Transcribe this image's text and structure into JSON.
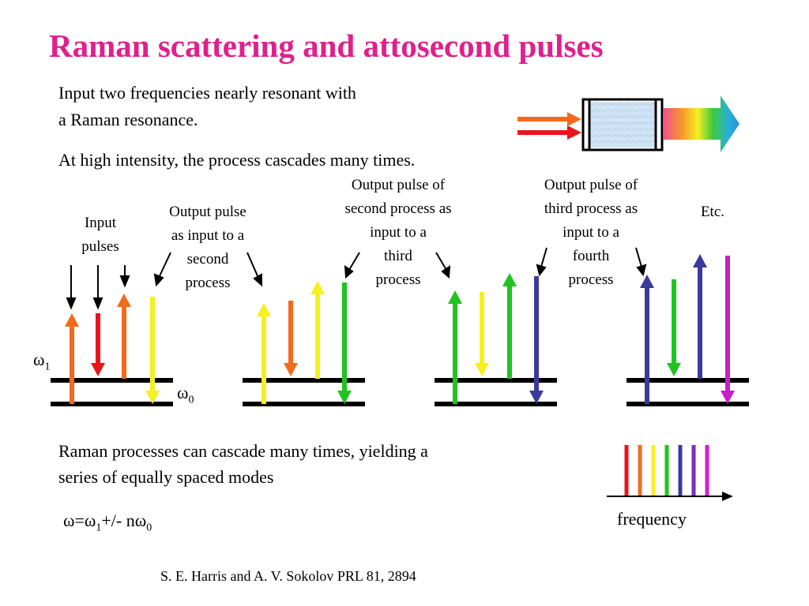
{
  "title": "Raman scattering and attosecond pulses",
  "intro": {
    "line1": "Input two frequencies nearly resonant with",
    "line2": "a Raman resonance.",
    "cascade": "At high intensity, the process cascades many times."
  },
  "labels": {
    "input_pulses": [
      "Input",
      "pulses"
    ],
    "output_1": [
      "Output pulse",
      "as input to a",
      "second",
      "process"
    ],
    "output_2": [
      "Output pulse of",
      "second process as",
      "input to a",
      "third",
      "process"
    ],
    "output_3": [
      "Output pulse of",
      "third process as",
      "input to a",
      "fourth",
      "process"
    ],
    "etc": "Etc."
  },
  "levels": {
    "omega1": "ω",
    "omega1_sub": "1",
    "omega0": "ω",
    "omega0_sub": "0"
  },
  "summary": {
    "line1": "Raman processes can cascade many times, yielding a",
    "line2": "series of equally spaced modes"
  },
  "formula": {
    "w": "ω",
    "eq": "=ω",
    "sub1": "1",
    "mid": "+/- nω",
    "sub0": "0"
  },
  "spectrum": {
    "axis_label": "frequency",
    "mode_colors": [
      "#e8161a",
      "#f26b1d",
      "#f5f020",
      "#1fc41f",
      "#3a3a9c",
      "#7a2fb0",
      "#d020d0"
    ]
  },
  "colors": {
    "red": "#e8161a",
    "orange": "#f26b1d",
    "yellow": "#f5f020",
    "green": "#1fc41f",
    "blue": "#3a3a9c",
    "magenta": "#c81ec8",
    "title": "#e0208c"
  },
  "citation": "S. E. Harris and A. V. Sokolov PRL 81, 2894"
}
